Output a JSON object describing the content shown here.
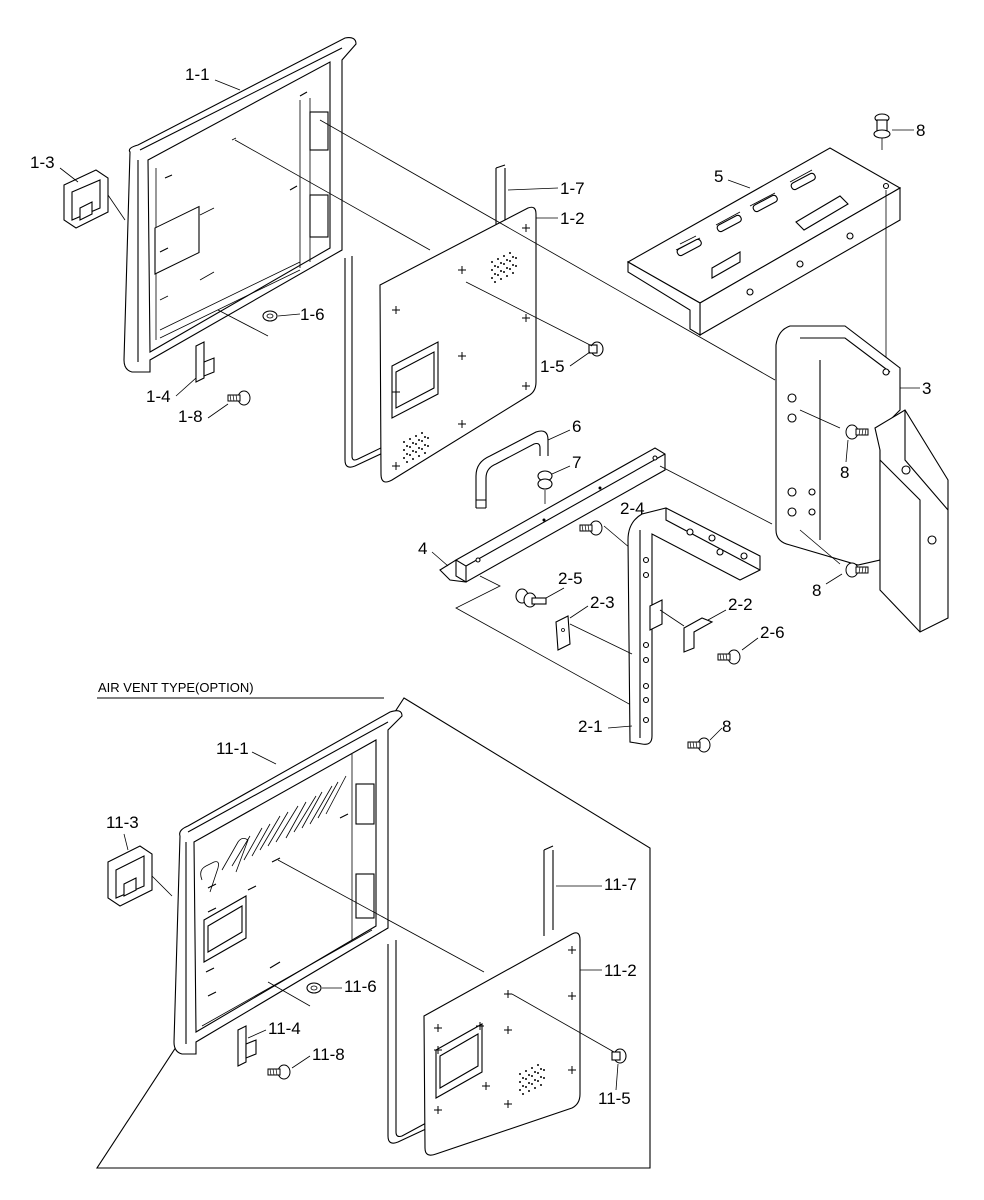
{
  "labels": {
    "p1_1": "1-1",
    "p1_2": "1-2",
    "p1_3": "1-3",
    "p1_4": "1-4",
    "p1_5": "1-5",
    "p1_6": "1-6",
    "p1_7": "1-7",
    "p1_8": "1-8",
    "p2_1": "2-1",
    "p2_2": "2-2",
    "p2_3": "2-3",
    "p2_4": "2-4",
    "p2_5": "2-5",
    "p2_6": "2-6",
    "p3": "3",
    "p4": "4",
    "p5": "5",
    "p6": "6",
    "p7": "7",
    "p8_top": "8",
    "p8_mid": "8",
    "p8_low": "8",
    "p8_bot": "8",
    "p11_1": "11-1",
    "p11_2": "11-2",
    "p11_3": "11-3",
    "p11_4": "11-4",
    "p11_5": "11-5",
    "p11_6": "11-6",
    "p11_7": "11-7",
    "p11_8": "11-8"
  },
  "section": {
    "title": "AIR VENT TYPE(OPTION)"
  }
}
